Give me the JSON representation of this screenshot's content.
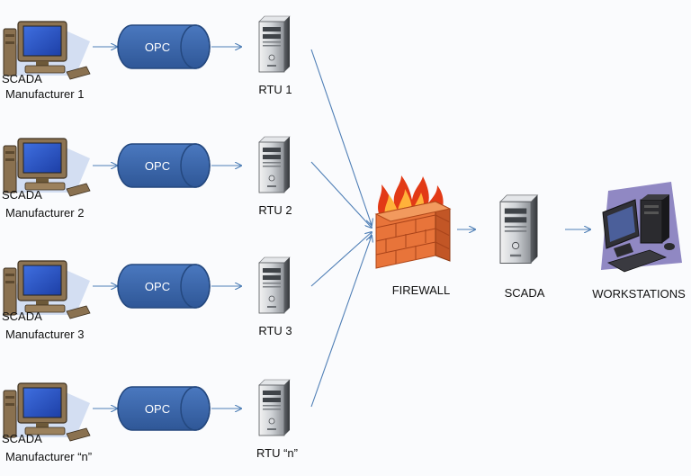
{
  "rows": [
    {
      "manufacturer": {
        "line1": "SCADA",
        "line2": "Manufacturer 1"
      },
      "opc": "OPC",
      "rtu": "RTU 1"
    },
    {
      "manufacturer": {
        "line1": "SCADA",
        "line2": "Manufacturer 2"
      },
      "opc": "OPC",
      "rtu": "RTU 2"
    },
    {
      "manufacturer": {
        "line1": "SCADA",
        "line2": "Manufacturer 3"
      },
      "opc": "OPC",
      "rtu": "RTU 3"
    },
    {
      "manufacturer": {
        "line1": "SCADA",
        "line2": "Manufacturer “n”"
      },
      "opc": "OPC",
      "rtu": "RTU “n”"
    }
  ],
  "firewall": {
    "label": "FIREWALL"
  },
  "scada": {
    "label": "SCADA"
  },
  "workstations": {
    "label": "WORKSTATIONS"
  },
  "colors": {
    "edge": "#4f7fb6",
    "opc_fill": "#3a66ad",
    "opc_stroke": "#24487f",
    "brick": "#e8743a",
    "flame": "#e23a16"
  },
  "icons": {
    "manufacturer": "desktop-computer-icon",
    "rtu": "server-tower-icon",
    "firewall": "brick-wall-fire-icon",
    "workstations": "workstation-icon"
  }
}
